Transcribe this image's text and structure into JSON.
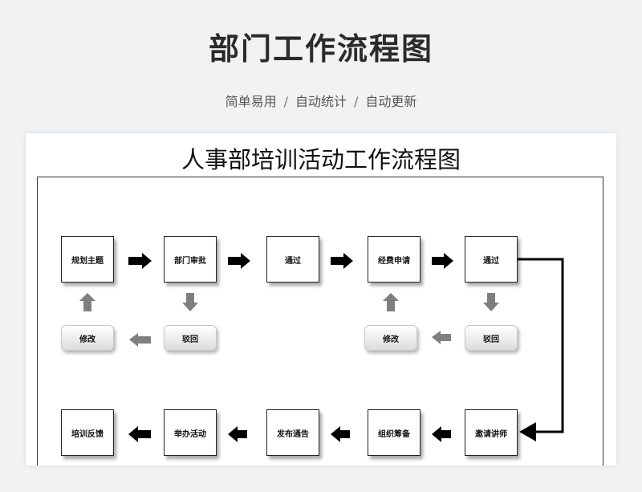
{
  "banner": {
    "title": "部门工作流程图",
    "tags": [
      "简单易用",
      "自动统计",
      "自动更新"
    ],
    "separator": "/"
  },
  "sheet": {
    "title": "人事部培训活动工作流程图"
  },
  "flow": {
    "row1": [
      "规划主题",
      "部门审批",
      "通过",
      "经费申请",
      "通过"
    ],
    "feedback": [
      "修改",
      "驳回",
      "修改",
      "驳回"
    ],
    "row2": [
      "培训反馈",
      "举办活动",
      "发布通告",
      "组织筹备",
      "邀请讲师"
    ]
  },
  "colors": {
    "main_arrow": "#000000",
    "feedback_arrow": "#7f7f7f"
  }
}
